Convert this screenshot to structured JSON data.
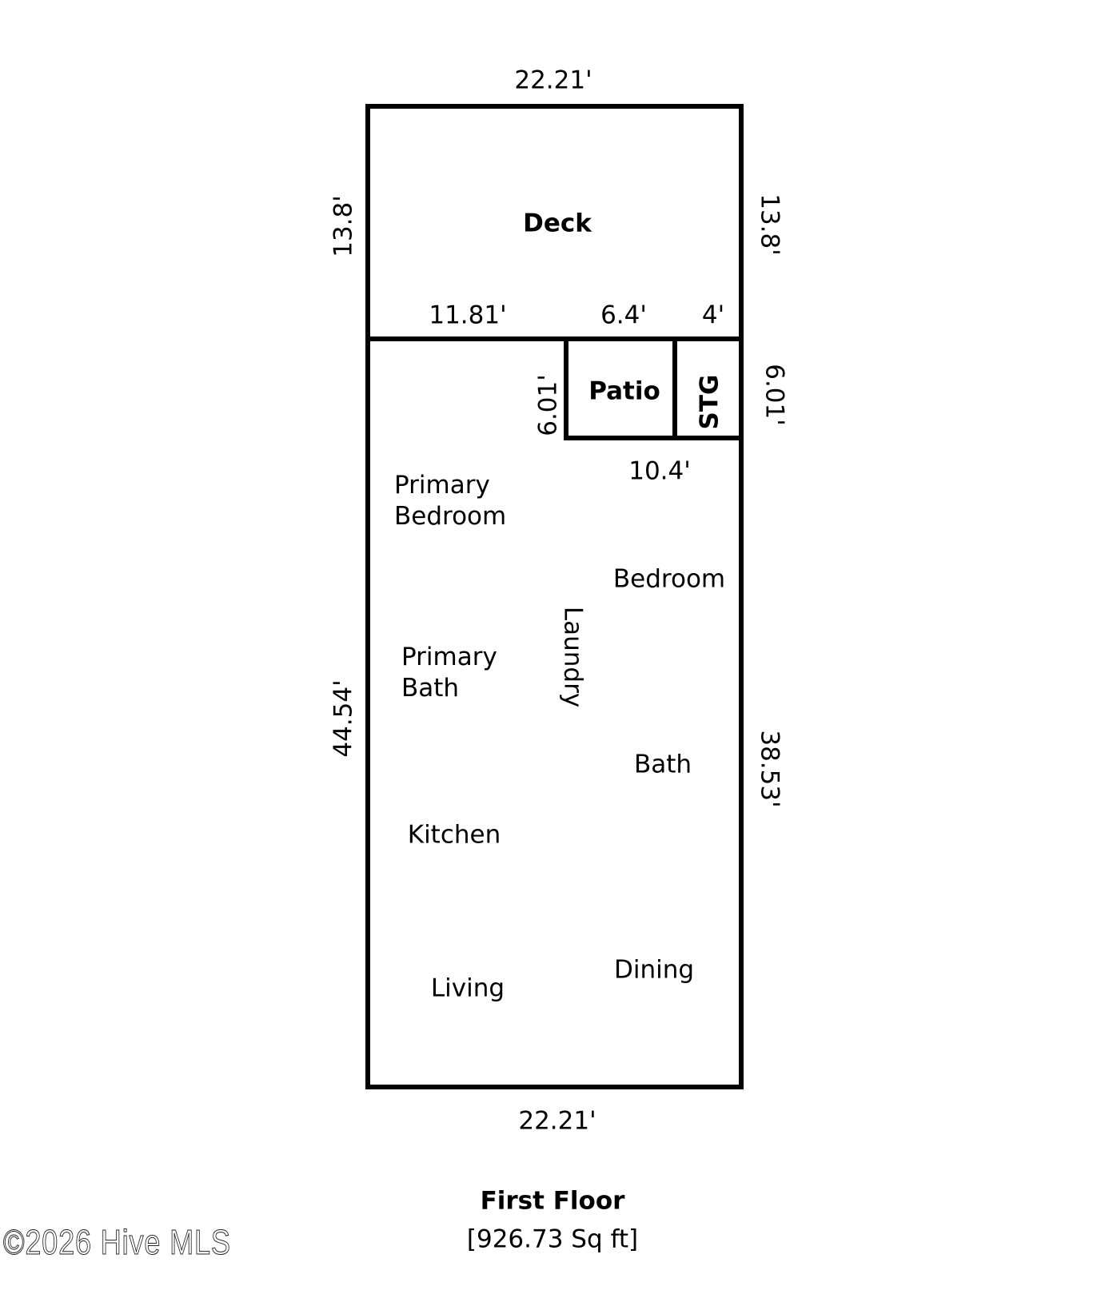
{
  "floor_plan": {
    "title": "First Floor",
    "area": "[926.73 Sq ft]",
    "rooms": {
      "deck": "Deck",
      "patio": "Patio",
      "storage": "STG",
      "primary_bedroom": [
        "Primary",
        "Bedroom"
      ],
      "primary_bath": [
        "Primary",
        "Bath"
      ],
      "laundry": "Laundry",
      "bedroom": "Bedroom",
      "bath": "Bath",
      "kitchen": "Kitchen",
      "living": "Living",
      "dining": "Dining"
    },
    "dimensions": {
      "top_width": "22.21'",
      "bottom_width": "22.21'",
      "deck_left_height": "13.8'",
      "deck_right_height": "13.8'",
      "segment_left": "11.81'",
      "segment_patio": "6.4'",
      "segment_stg": "4'",
      "patio_left_height": "6.01'",
      "stg_right_height": "6.01'",
      "patio_stg_bottom": "10.4'",
      "left_height": "44.54'",
      "right_height": "38.53'"
    }
  },
  "watermark": "©2026 Hive MLS"
}
